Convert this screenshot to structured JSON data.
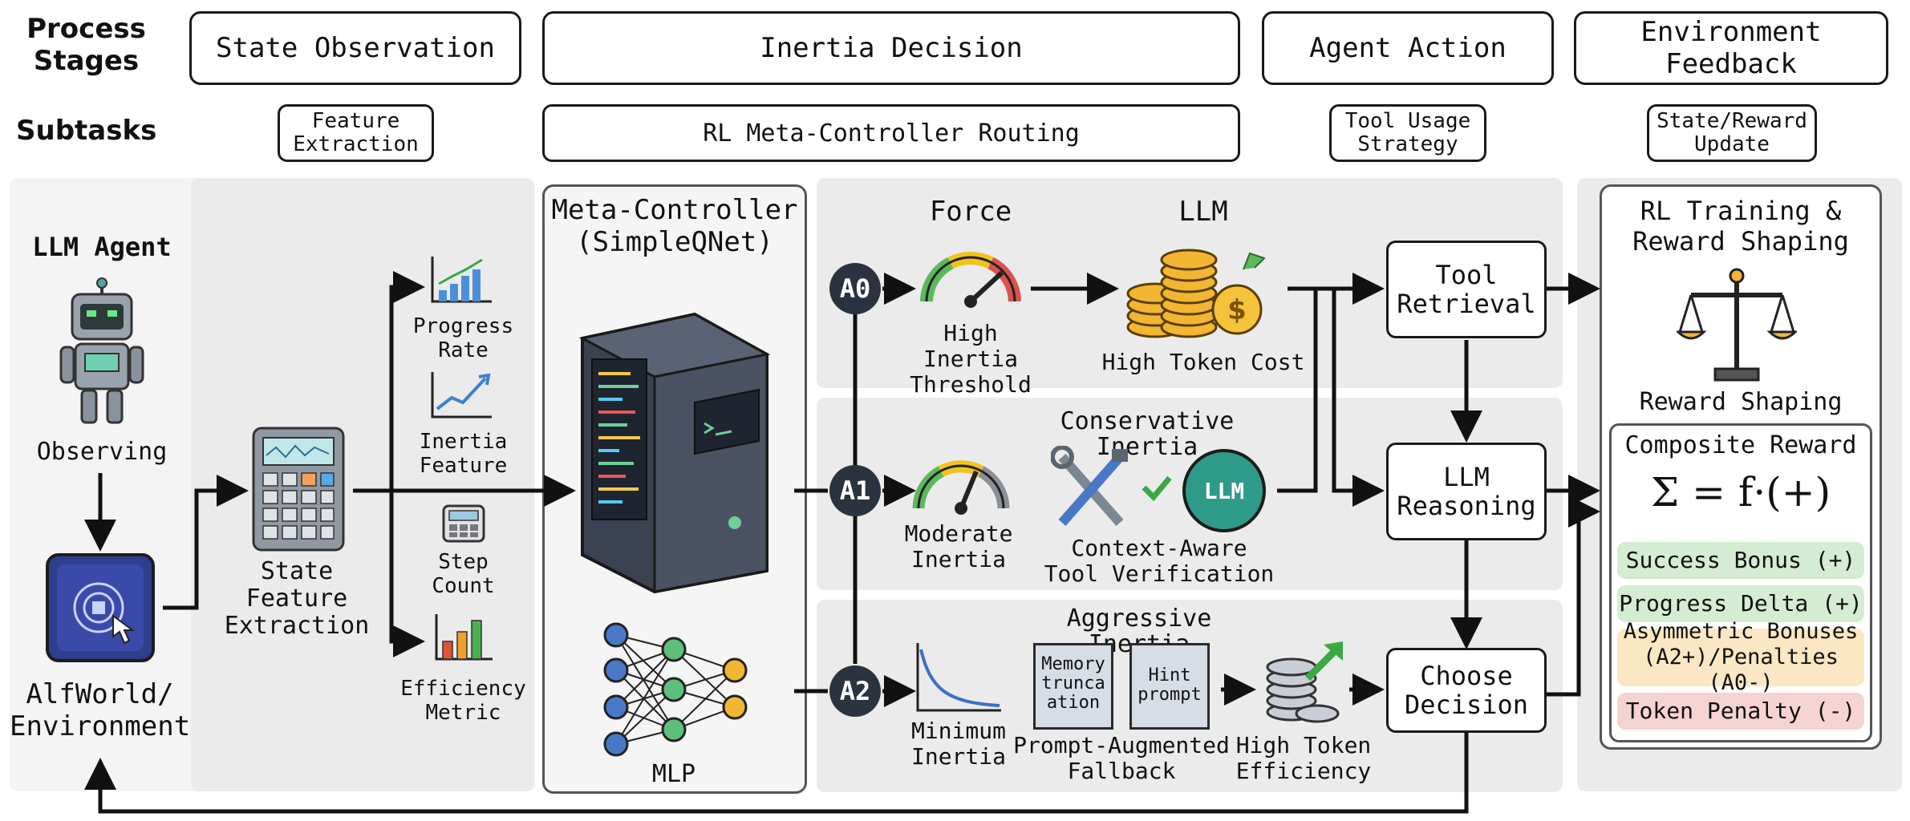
{
  "rows": {
    "stages_label": "Process\nStages",
    "subtasks_label": "Subtasks"
  },
  "stages": [
    "State Observation",
    "Inertia Decision",
    "Agent Action",
    "Environment Feedback"
  ],
  "subtasks": {
    "feature_extraction": "Feature\nExtraction",
    "rl_routing": "RL Meta-Controller Routing",
    "tool_usage": "Tool Usage\nStrategy",
    "state_reward": "State/Reward\nUpdate"
  },
  "observation": {
    "agent_title": "LLM Agent",
    "observing": "Observing",
    "environment": "AlfWorld/\nEnvironment",
    "state_feature": "State Feature\nExtraction",
    "features": [
      "Progress\nRate",
      "Inertia\nFeature",
      "Step\nCount",
      "Efficiency\nMetric"
    ]
  },
  "meta_controller": {
    "title": "Meta-Controller\n(SimpleQNet)",
    "mlp_label": "MLP"
  },
  "actions": {
    "a0": "A0",
    "a1": "A1",
    "a2": "A2",
    "force_title": "Force",
    "llm_title": "LLM",
    "high_inertia": "High Inertia\nThreshold",
    "high_token_cost": "High Token Cost",
    "conservative_title": "Conservative Inertia",
    "moderate_inertia": "Moderate\nInertia",
    "context_aware": "Context-Aware\nTool Verification",
    "llm_badge": "LLM",
    "aggressive_title": "Aggressive Inertia",
    "minimum_inertia": "Minimum\nInertia",
    "memory_truncation": "Memory\ntrunca\nation",
    "hint_prompt": "Hint\nprompt",
    "prompt_fallback": "Prompt-Augmented\nFallback",
    "high_token_eff": "High Token\nEfficiency"
  },
  "agent_action": {
    "tool_retrieval": "Tool\nRetrieval",
    "llm_reasoning": "LLM\nReasoning",
    "choose_decision": "Choose\nDecision"
  },
  "feedback": {
    "title": "RL Training &\nReward Shaping",
    "reward_shaping": "Reward Shaping",
    "composite_title": "Composite Reward",
    "formula": "Σ = f·(+)",
    "items": [
      {
        "label": "Success Bonus (+)",
        "color": "#d4ecd2"
      },
      {
        "label": "Progress Delta (+)",
        "color": "#d4ecd2"
      },
      {
        "label": "Asymmetric Bonuses\n(A2+)/Penalties (A0-)",
        "color": "#fbe7c3"
      },
      {
        "label": "Token Penalty (-)",
        "color": "#f6d3d3"
      }
    ]
  },
  "colors": {
    "panel_bg": "#ebebeb",
    "dark_node": "#2b3340",
    "gauge_green": "#5cb85c",
    "gauge_yellow": "#f0c419",
    "gauge_red": "#d9534f",
    "coin_gold": "#f2b632",
    "robot_gray": "#9aa3ad",
    "env_blue": "#2f3f8f"
  }
}
